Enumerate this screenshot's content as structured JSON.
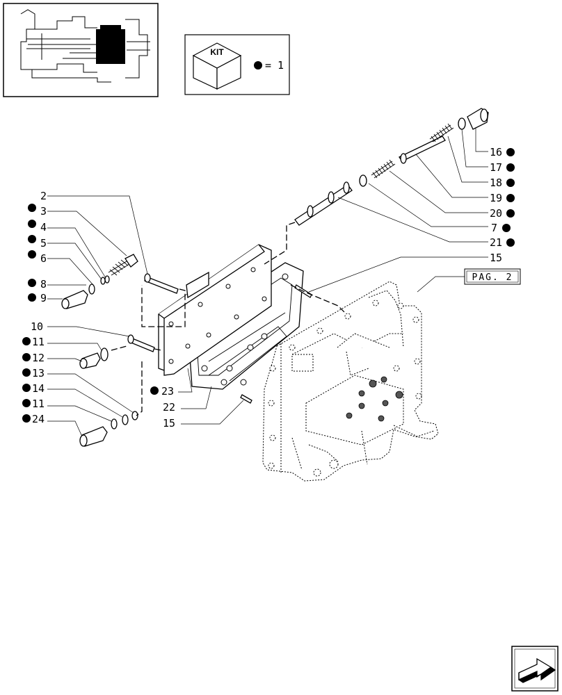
{
  "kit_legend": {
    "kit_label": "KIT",
    "equals_text": "= 1"
  },
  "page_ref": "PAG. 2",
  "callouts": {
    "c2": "2",
    "c3": "3",
    "c4": "4",
    "c5": "5",
    "c6": "6",
    "c8": "8",
    "c9": "9",
    "c10": "10",
    "c11a": "11",
    "c12": "12",
    "c13": "13",
    "c14": "14",
    "c11b": "11",
    "c24": "24",
    "c23": "23",
    "c22": "22",
    "c15a": "15",
    "c16": "16",
    "c17": "17",
    "c18": "18",
    "c19": "19",
    "c20": "20",
    "c7": "7",
    "c21": "21",
    "c15b": "15"
  }
}
